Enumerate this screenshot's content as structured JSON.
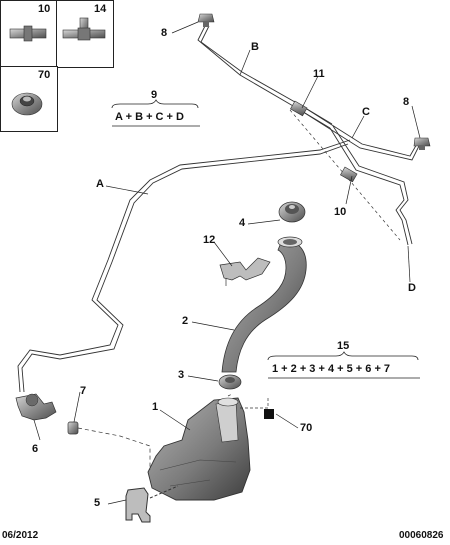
{
  "insets": [
    {
      "ref": "10"
    },
    {
      "ref": "14"
    },
    {
      "ref": "70"
    }
  ],
  "groups": [
    {
      "ref": "9",
      "formula": "A + B + C + D"
    },
    {
      "ref": "15",
      "formula": "1 + 2 + 3 + 4 + 5 + 6 + 7"
    }
  ],
  "callouts": {
    "n1": "1",
    "n2": "2",
    "n3": "3",
    "n4": "4",
    "n5": "5",
    "n6": "6",
    "n7": "7",
    "n8a": "8",
    "n8b": "8",
    "n10": "10",
    "n11": "11",
    "n12": "12",
    "n70": "70",
    "A": "A",
    "B": "B",
    "C": "C",
    "D": "D"
  },
  "footer": {
    "date": "06/2012",
    "code": "00060826"
  },
  "colors": {
    "line": "#222222",
    "part_fill": "#8a8a8a",
    "part_dark": "#5a5a5a",
    "part_light": "#c8c8c8"
  }
}
